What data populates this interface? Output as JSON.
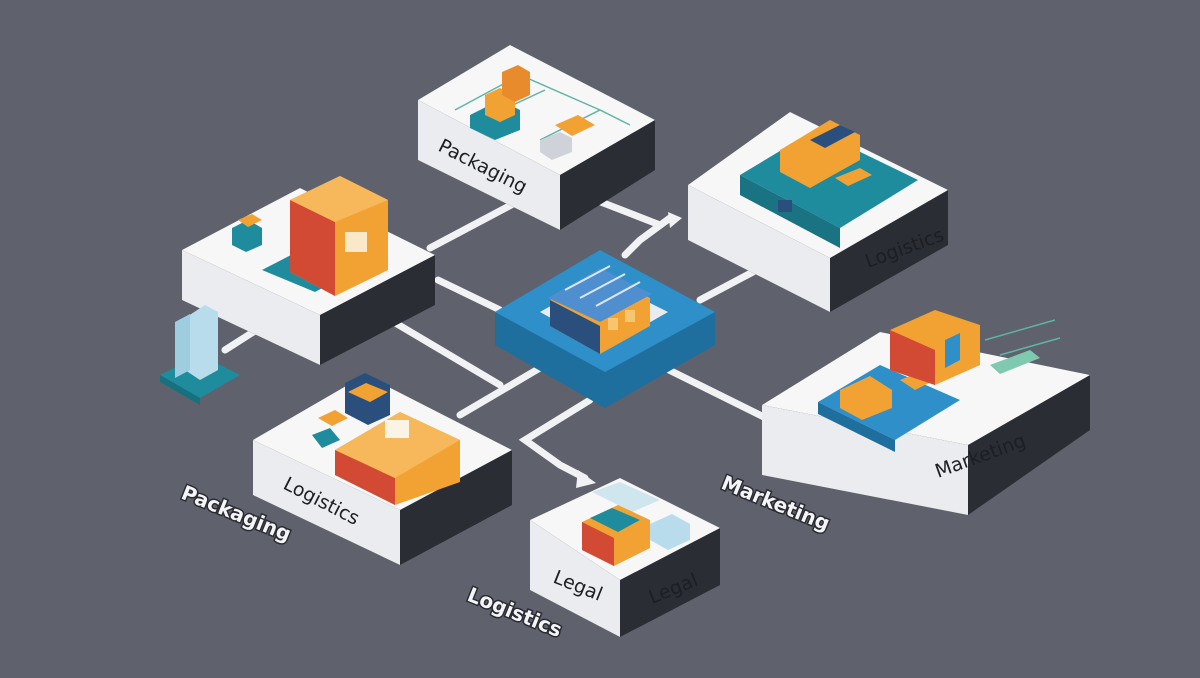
{
  "labels": {
    "packaging_top": "Packaging",
    "logistics_right": "Logistics",
    "marketing_right": "Marketing",
    "logistics_left_tile": "Logistics",
    "legal_tile_front": "Legal",
    "legal_tile_side": "Legal",
    "packaging_outside": "Packaging",
    "logistics_outside": "Logistics",
    "marketing_outside": "Marketing"
  },
  "colors": {
    "background": "#5f626d",
    "tile_top": "#f7f7f8",
    "tile_side": "#2b2d34",
    "hub": "#2f8fc9",
    "orange": "#f2a232",
    "red": "#d24a34",
    "teal": "#1f8c9e",
    "navy": "#2a4f7c"
  }
}
